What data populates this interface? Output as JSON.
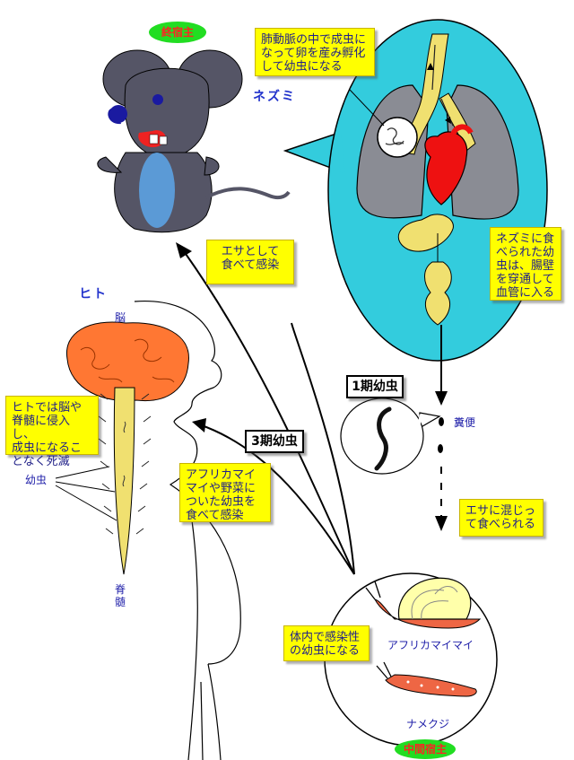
{
  "hosts": {
    "definitive": "終宿主",
    "intermediate": "中間宿主"
  },
  "labels": {
    "rat": "ネズミ",
    "human": "ヒト",
    "brain": "脳",
    "spinal_cord": "脊\n髄",
    "larva": "幼虫",
    "feces": "糞便",
    "snail": "アフリカマイマイ",
    "slug": "ナメクジ"
  },
  "stages": {
    "first": "1期幼虫",
    "third": "3期幼虫"
  },
  "notes": {
    "pulmonary_artery": "肺動脈の中で成虫に\nなって卵を産み孵化\nして幼虫になる",
    "rat_eats": "ネズミに食\nべられた幼\n虫は、腸壁\nを穿通して\n血管に入る",
    "eaten_as_food": "エサとして\n食べて感染",
    "human_invasion": "ヒトでは脳や\n脊髄に侵入し、\n成虫になるこ\nとなく死滅",
    "human_infection": "アフリカマイ\nマイや野菜に\nついた幼虫を\n食べて感染",
    "mixed_in_food": "エサに混じっ\nて食べられる",
    "infective_larva": "体内で感染性\nの幼虫になる"
  },
  "colors": {
    "note_fill": "#ffff00",
    "host_pill": "#22dd22",
    "host_text": "#ff2222",
    "lung_bubble": "#33ccdd",
    "heart": "#ee1111",
    "worm_yellow": "#f0e070",
    "brain": "#ff7733",
    "rat_body": "#555566",
    "label_blue": "#2222aa"
  }
}
